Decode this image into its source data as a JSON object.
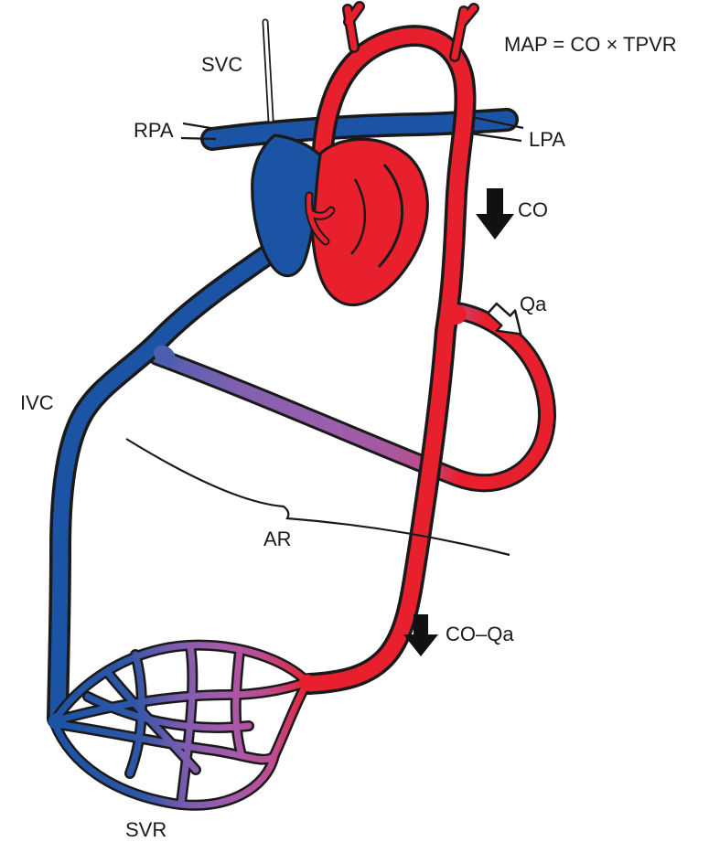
{
  "diagram": {
    "labels": {
      "svc": "SVC",
      "rpa": "RPA",
      "lpa": "LPA",
      "equation": "MAP = CO × TPVR",
      "co": "CO",
      "qa": "Qa",
      "ivc": "IVC",
      "ar": "AR",
      "co_minus_qa": "CO–Qa",
      "svr": "SVR"
    },
    "colors": {
      "arterial": "#e8202d",
      "venous": "#1c54a5",
      "mixed": "#9b5fae",
      "outline": "#1a1a1a"
    }
  }
}
